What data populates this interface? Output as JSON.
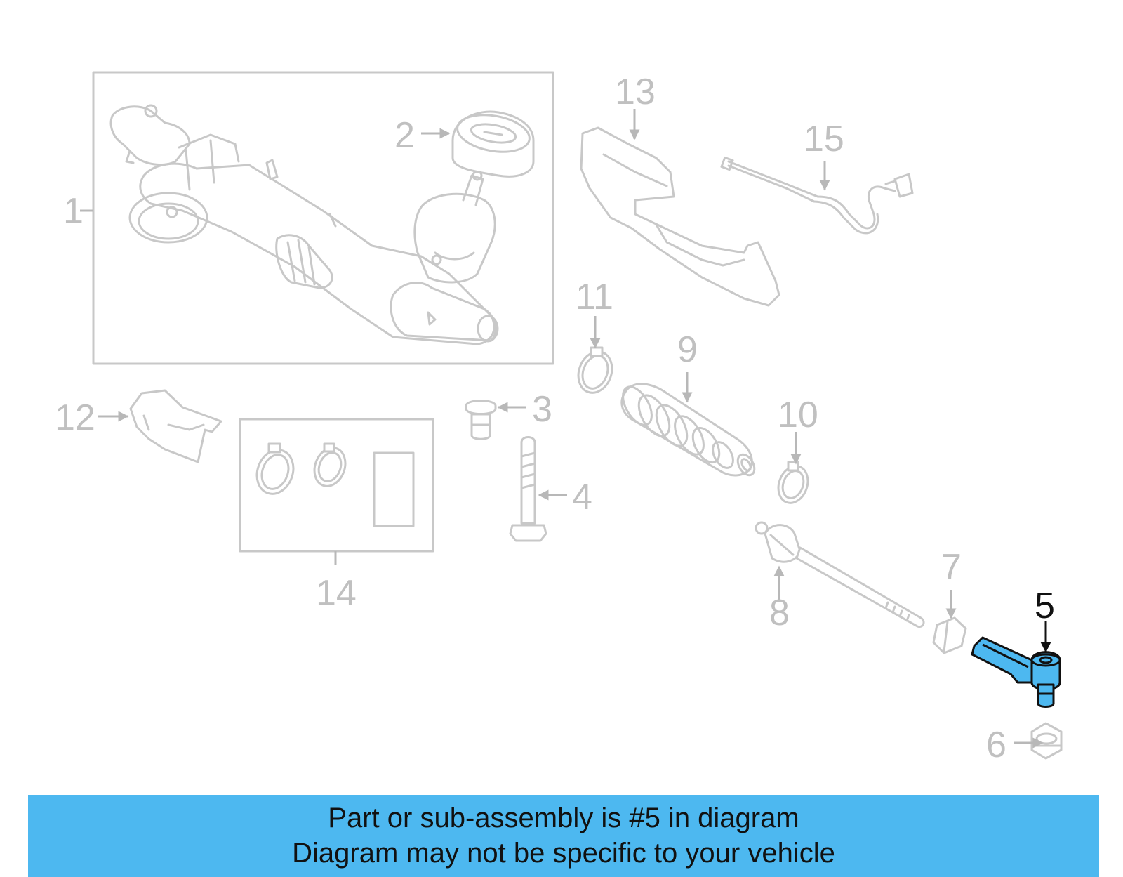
{
  "callouts": {
    "c1": "1",
    "c2": "2",
    "c3": "3",
    "c4": "4",
    "c5": "5",
    "c6": "6",
    "c7": "7",
    "c8": "8",
    "c9": "9",
    "c10": "10",
    "c11": "11",
    "c12": "12",
    "c13": "13",
    "c14": "14",
    "c15": "15"
  },
  "banner": {
    "line1": "Part or sub-assembly is #5 in diagram",
    "line2": "Diagram may not be specific to your vehicle"
  },
  "colors": {
    "highlight": "#4db8f0",
    "banner_bg": "#4db8f0",
    "ghost_line": "#c8c8c8"
  }
}
